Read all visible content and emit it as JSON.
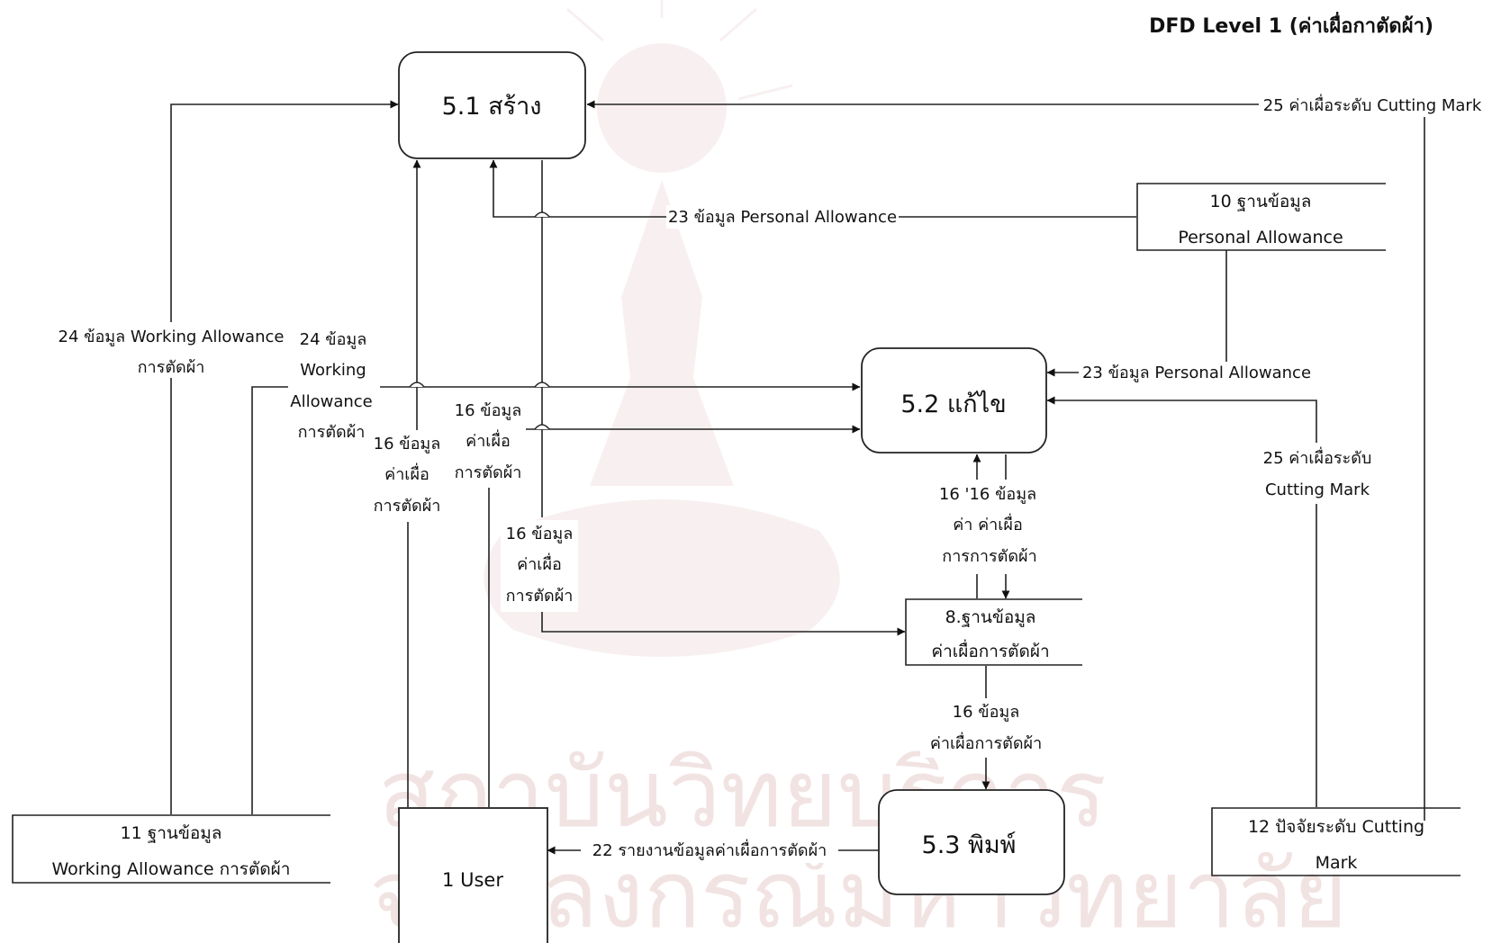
{
  "title": "DFD Level 1 (ค่าเผื่อกาตัดผ้า)",
  "watermark": {
    "line1": "สถาบันวิทยบริการ",
    "line2": "จุฬาลงกรณ์มหาวิทยาลัย"
  },
  "processes": {
    "p51": "5.1 สร้าง",
    "p52": "5.2 แก้ไข",
    "p53": "5.3 พิมพ์"
  },
  "entity": {
    "user": "1 User"
  },
  "stores": {
    "s10": [
      "10 ฐานข้อมูล",
      "Personal Allowance"
    ],
    "s8": [
      "8.ฐานข้อมูล",
      "ค่าเผื่อการตัดผ้า"
    ],
    "s11": [
      "11 ฐานข้อมูล",
      "Working Allowance การตัดผ้า"
    ],
    "s12": [
      "12 ปัจจัยระดับ Cutting",
      "Mark"
    ]
  },
  "flows": {
    "f25_top": "25 ค่าเผื่อระดับ Cutting Mark",
    "f23_top": "23 ข้อมูล Personal Allowance",
    "f23_right": "23 ข้อมูล Personal Allowance",
    "f24_left": [
      "24 ข้อมูล Working Allowance",
      "การตัดผ้า"
    ],
    "f24_mid": [
      "24 ข้อมูล",
      "Working",
      "Allowance",
      "การตัดผ้า"
    ],
    "f16_a": [
      "16 ข้อมูล",
      "ค่าเผื่อ",
      "การตัดผ้า"
    ],
    "f16_b": [
      "16 ข้อมูล",
      "ค่าเผื่อ",
      "การตัดผ้า"
    ],
    "f16_c": [
      "16 ข้อมูล",
      "ค่าเผื่อ",
      "การตัดผ้า"
    ],
    "f16_pair": [
      "16 '16 ข้อมูล",
      "ค่า  ค่าเผื่อ",
      "การการตัดผ้า"
    ],
    "f16_store": [
      "16 ข้อมูล",
      "ค่าเผื่อการตัดผ้า"
    ],
    "f25_right": [
      "25 ค่าเผื่อระดับ",
      "Cutting Mark"
    ],
    "f22": "22 รายงานข้อมูลค่าเผื่อการตัดผ้า"
  }
}
